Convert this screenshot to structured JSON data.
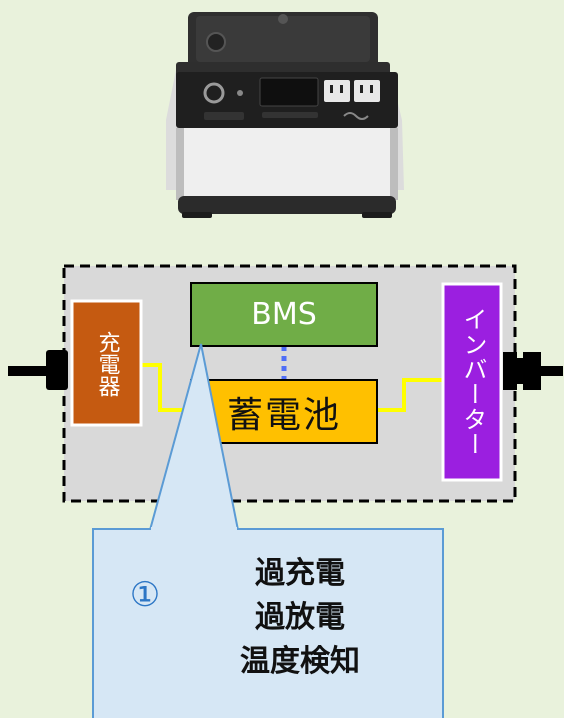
{
  "diagram": {
    "bms_label": "BMS",
    "battery_label": "蓄電池",
    "charger_label": "充電器",
    "inverter_label": "インバーター",
    "callout": {
      "number": "①",
      "lines": [
        "過充電",
        "過放電",
        "温度検知"
      ]
    }
  },
  "colors": {
    "background": "#e9f2dc",
    "enclosure": "#d9d9d9",
    "bms": "#70ad47",
    "battery": "#ffc000",
    "charger": "#c55a11",
    "inverter": "#9b1fe0",
    "wire": "#ffff00",
    "bms_link": "#4f6ef7",
    "callout_fill": "#d6e7f5",
    "callout_border": "#5b9bd5"
  },
  "icons": {
    "plug_left": "dc-plug-icon",
    "plug_right": "ac-plug-icon",
    "product": "portable-power-station-image"
  }
}
